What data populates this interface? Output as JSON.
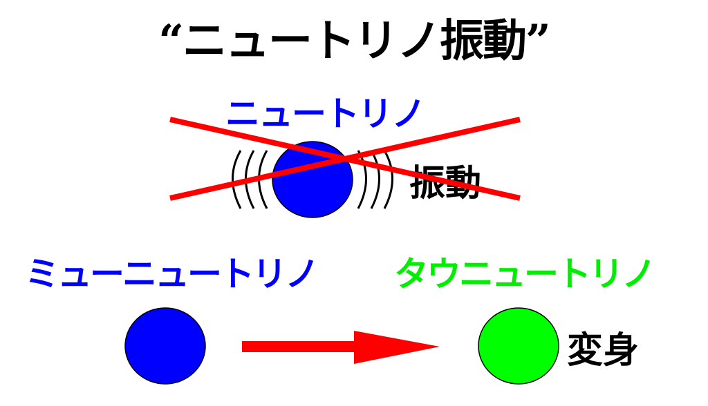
{
  "title": "“ニュートリノ振動”",
  "top_panel": {
    "neutrino_label": "ニュートリノ",
    "oscillation_label": "振動",
    "particle_color": "#0000ff",
    "cross_color": "#ff0000",
    "crossed_out": true
  },
  "bottom_panel": {
    "left_label": "ミューニュートリノ",
    "left_color": "#0000ff",
    "right_label": "タウニュートリノ",
    "right_color": "#00ff00",
    "arrow_color": "#ff0000",
    "transform_label": "変身"
  }
}
